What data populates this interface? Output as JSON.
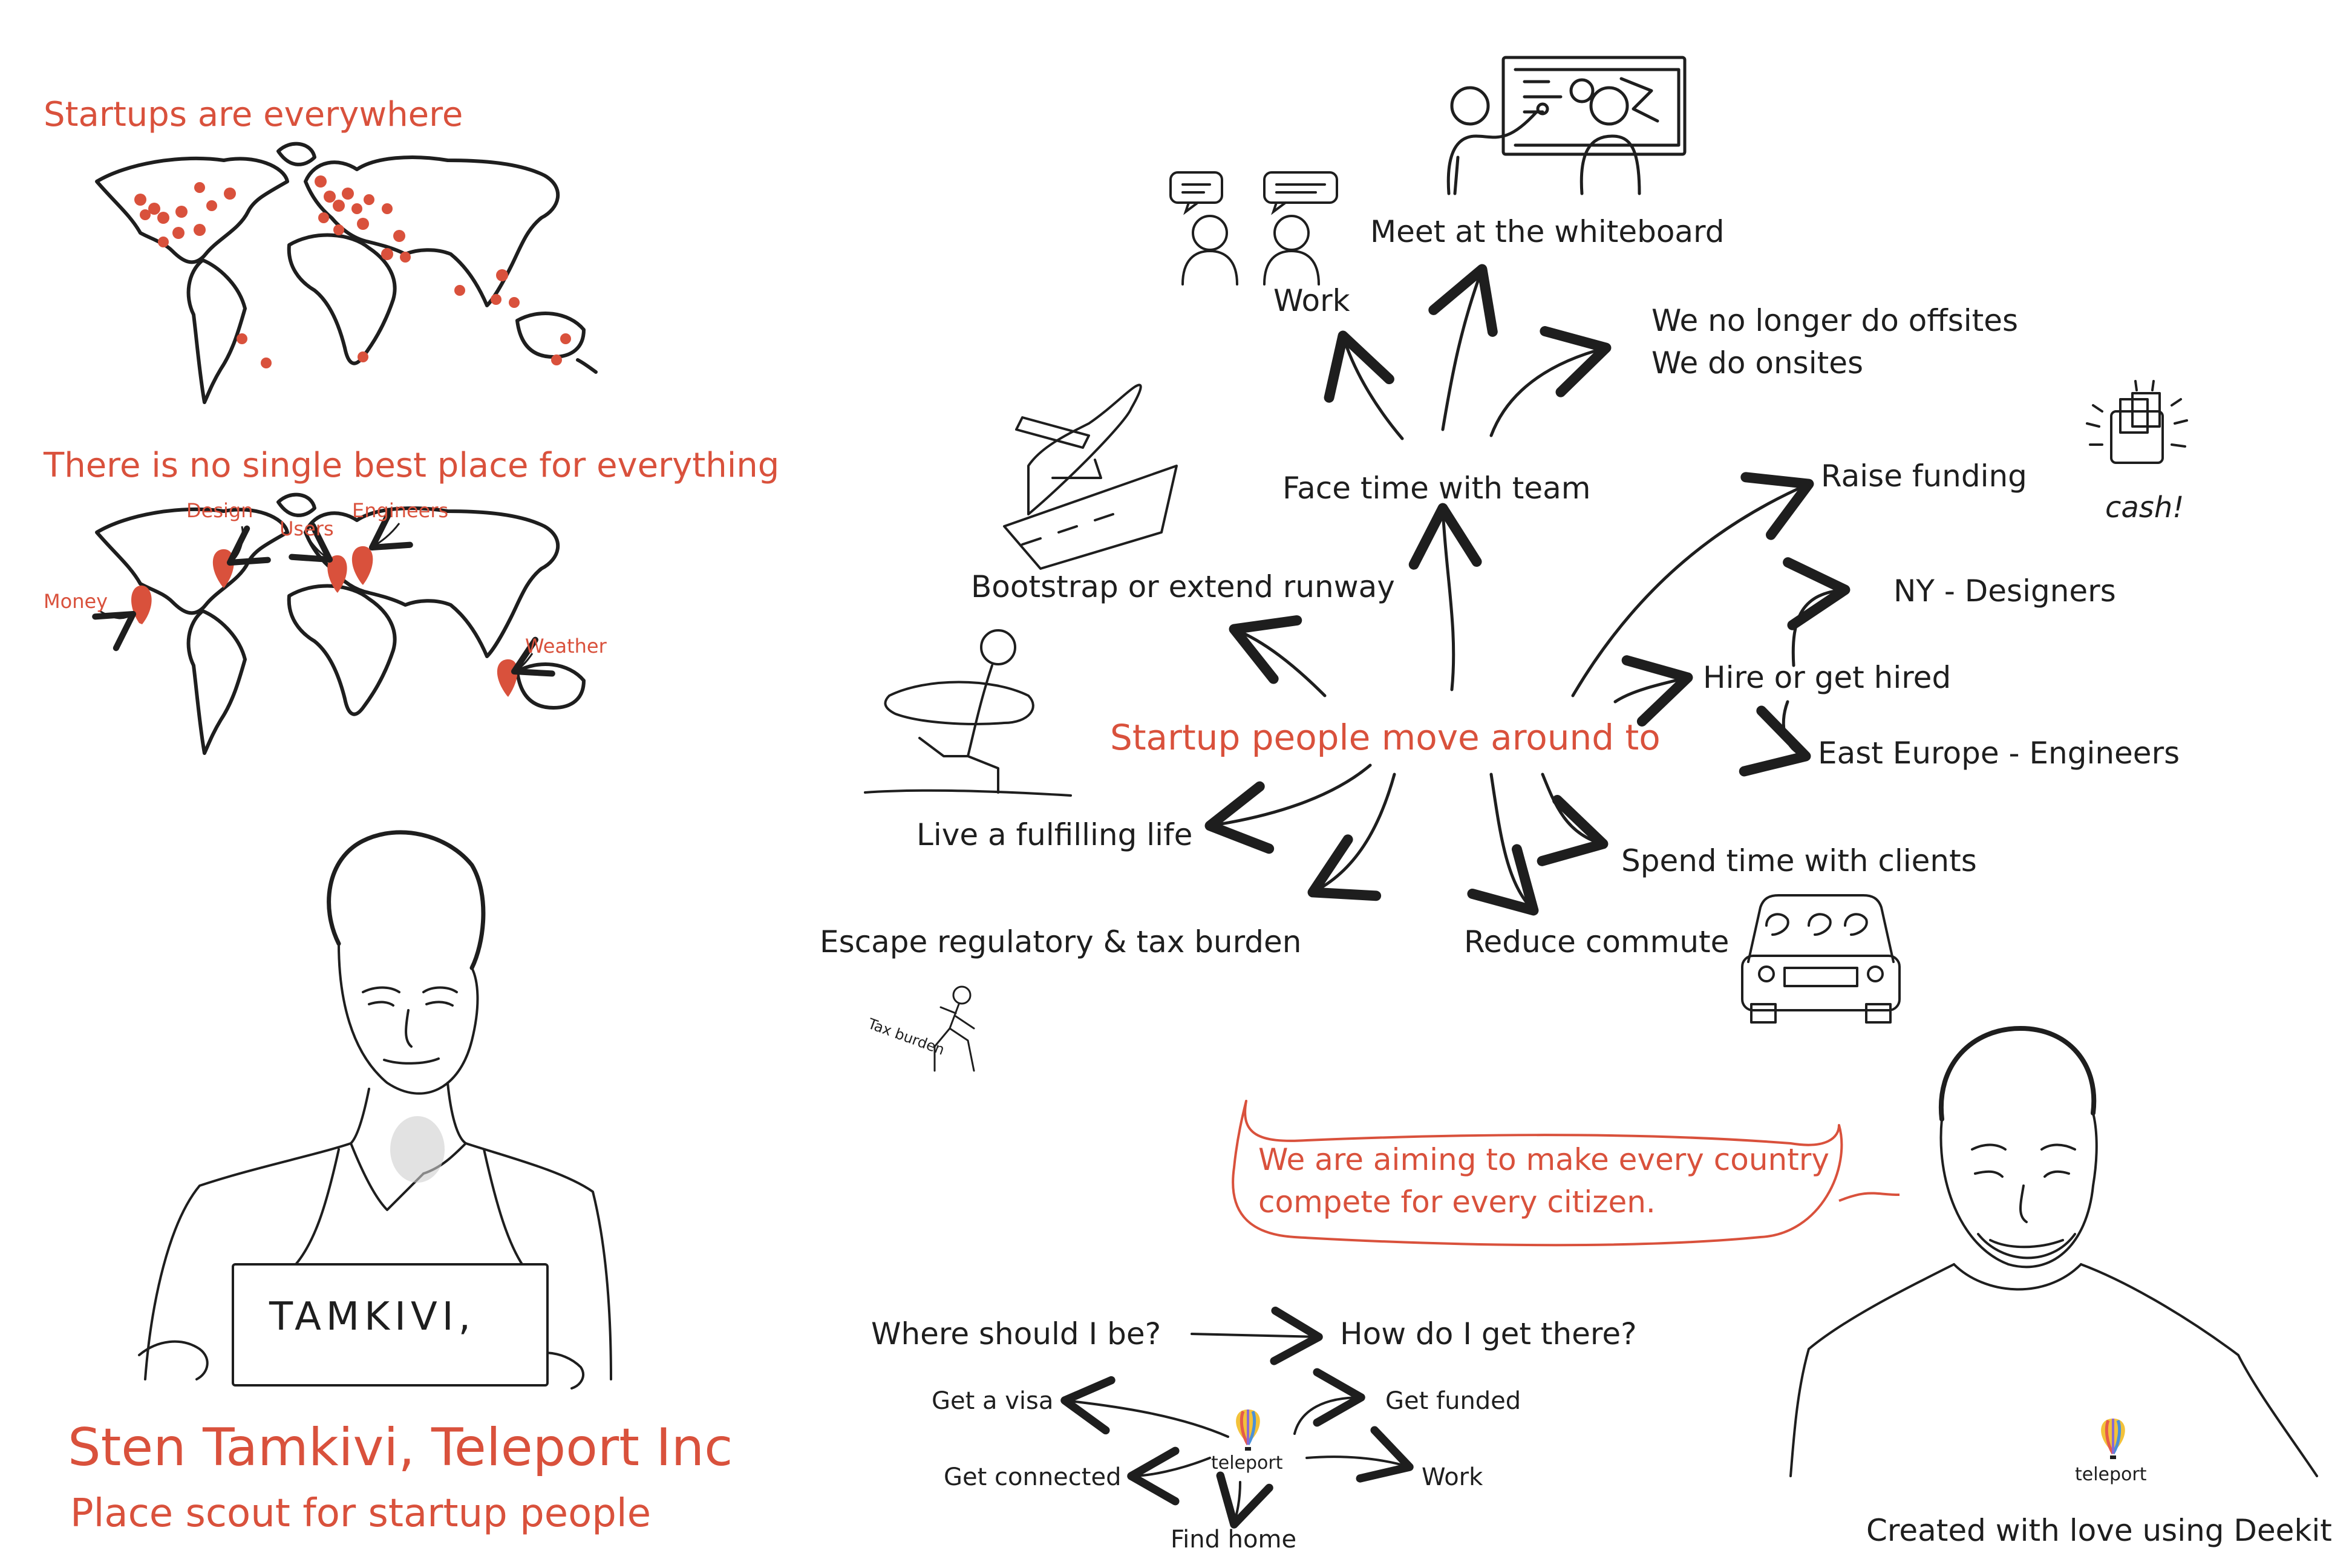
{
  "left": {
    "heading_everywhere": "Startups are everywhere",
    "heading_no_best_place": "There is no single best place for everything",
    "map_labels": {
      "design": "Design",
      "users": "Users",
      "engineers": "Engineers",
      "money": "Money",
      "weather": "Weather"
    },
    "sign_text": "TAMKIVI,",
    "name_title": "Sten Tamkivi, Teleport Inc",
    "subtitle": "Place scout for startup people"
  },
  "mindmap": {
    "center": "Startup people move around to",
    "face_time": "Face time with team",
    "work": "Work",
    "whiteboard": "Meet at the whiteboard",
    "offsites_line1": "We no longer do offsites",
    "offsites_line2": "We do onsites",
    "raise_funding": "Raise funding",
    "cash": "cash!",
    "hire": "Hire or get hired",
    "ny_designers": "NY - Designers",
    "east_europe": "East Europe - Engineers",
    "spend_time": "Spend time with clients",
    "reduce_commute": "Reduce commute",
    "escape": "Escape regulatory & tax burden",
    "tax_burden": "Tax burden",
    "fulfilling": "Live a fulfilling life",
    "bootstrap": "Bootstrap or extend runway"
  },
  "quote": "We are aiming to make every country compete for every citizen.",
  "quote_line1": "We are aiming to make every country",
  "quote_line2": "compete for every citizen.",
  "flow": {
    "where": "Where should I be?",
    "how": "How do I get there?",
    "visa": "Get a visa",
    "funded": "Get funded",
    "connected": "Get connected",
    "work": "Work",
    "home": "Find home",
    "logo": "teleport"
  },
  "portrait_logo": "teleport",
  "credit": "Created with love using Deekit",
  "colors": {
    "accent": "#d9513c",
    "ink": "#1e1e1e"
  }
}
